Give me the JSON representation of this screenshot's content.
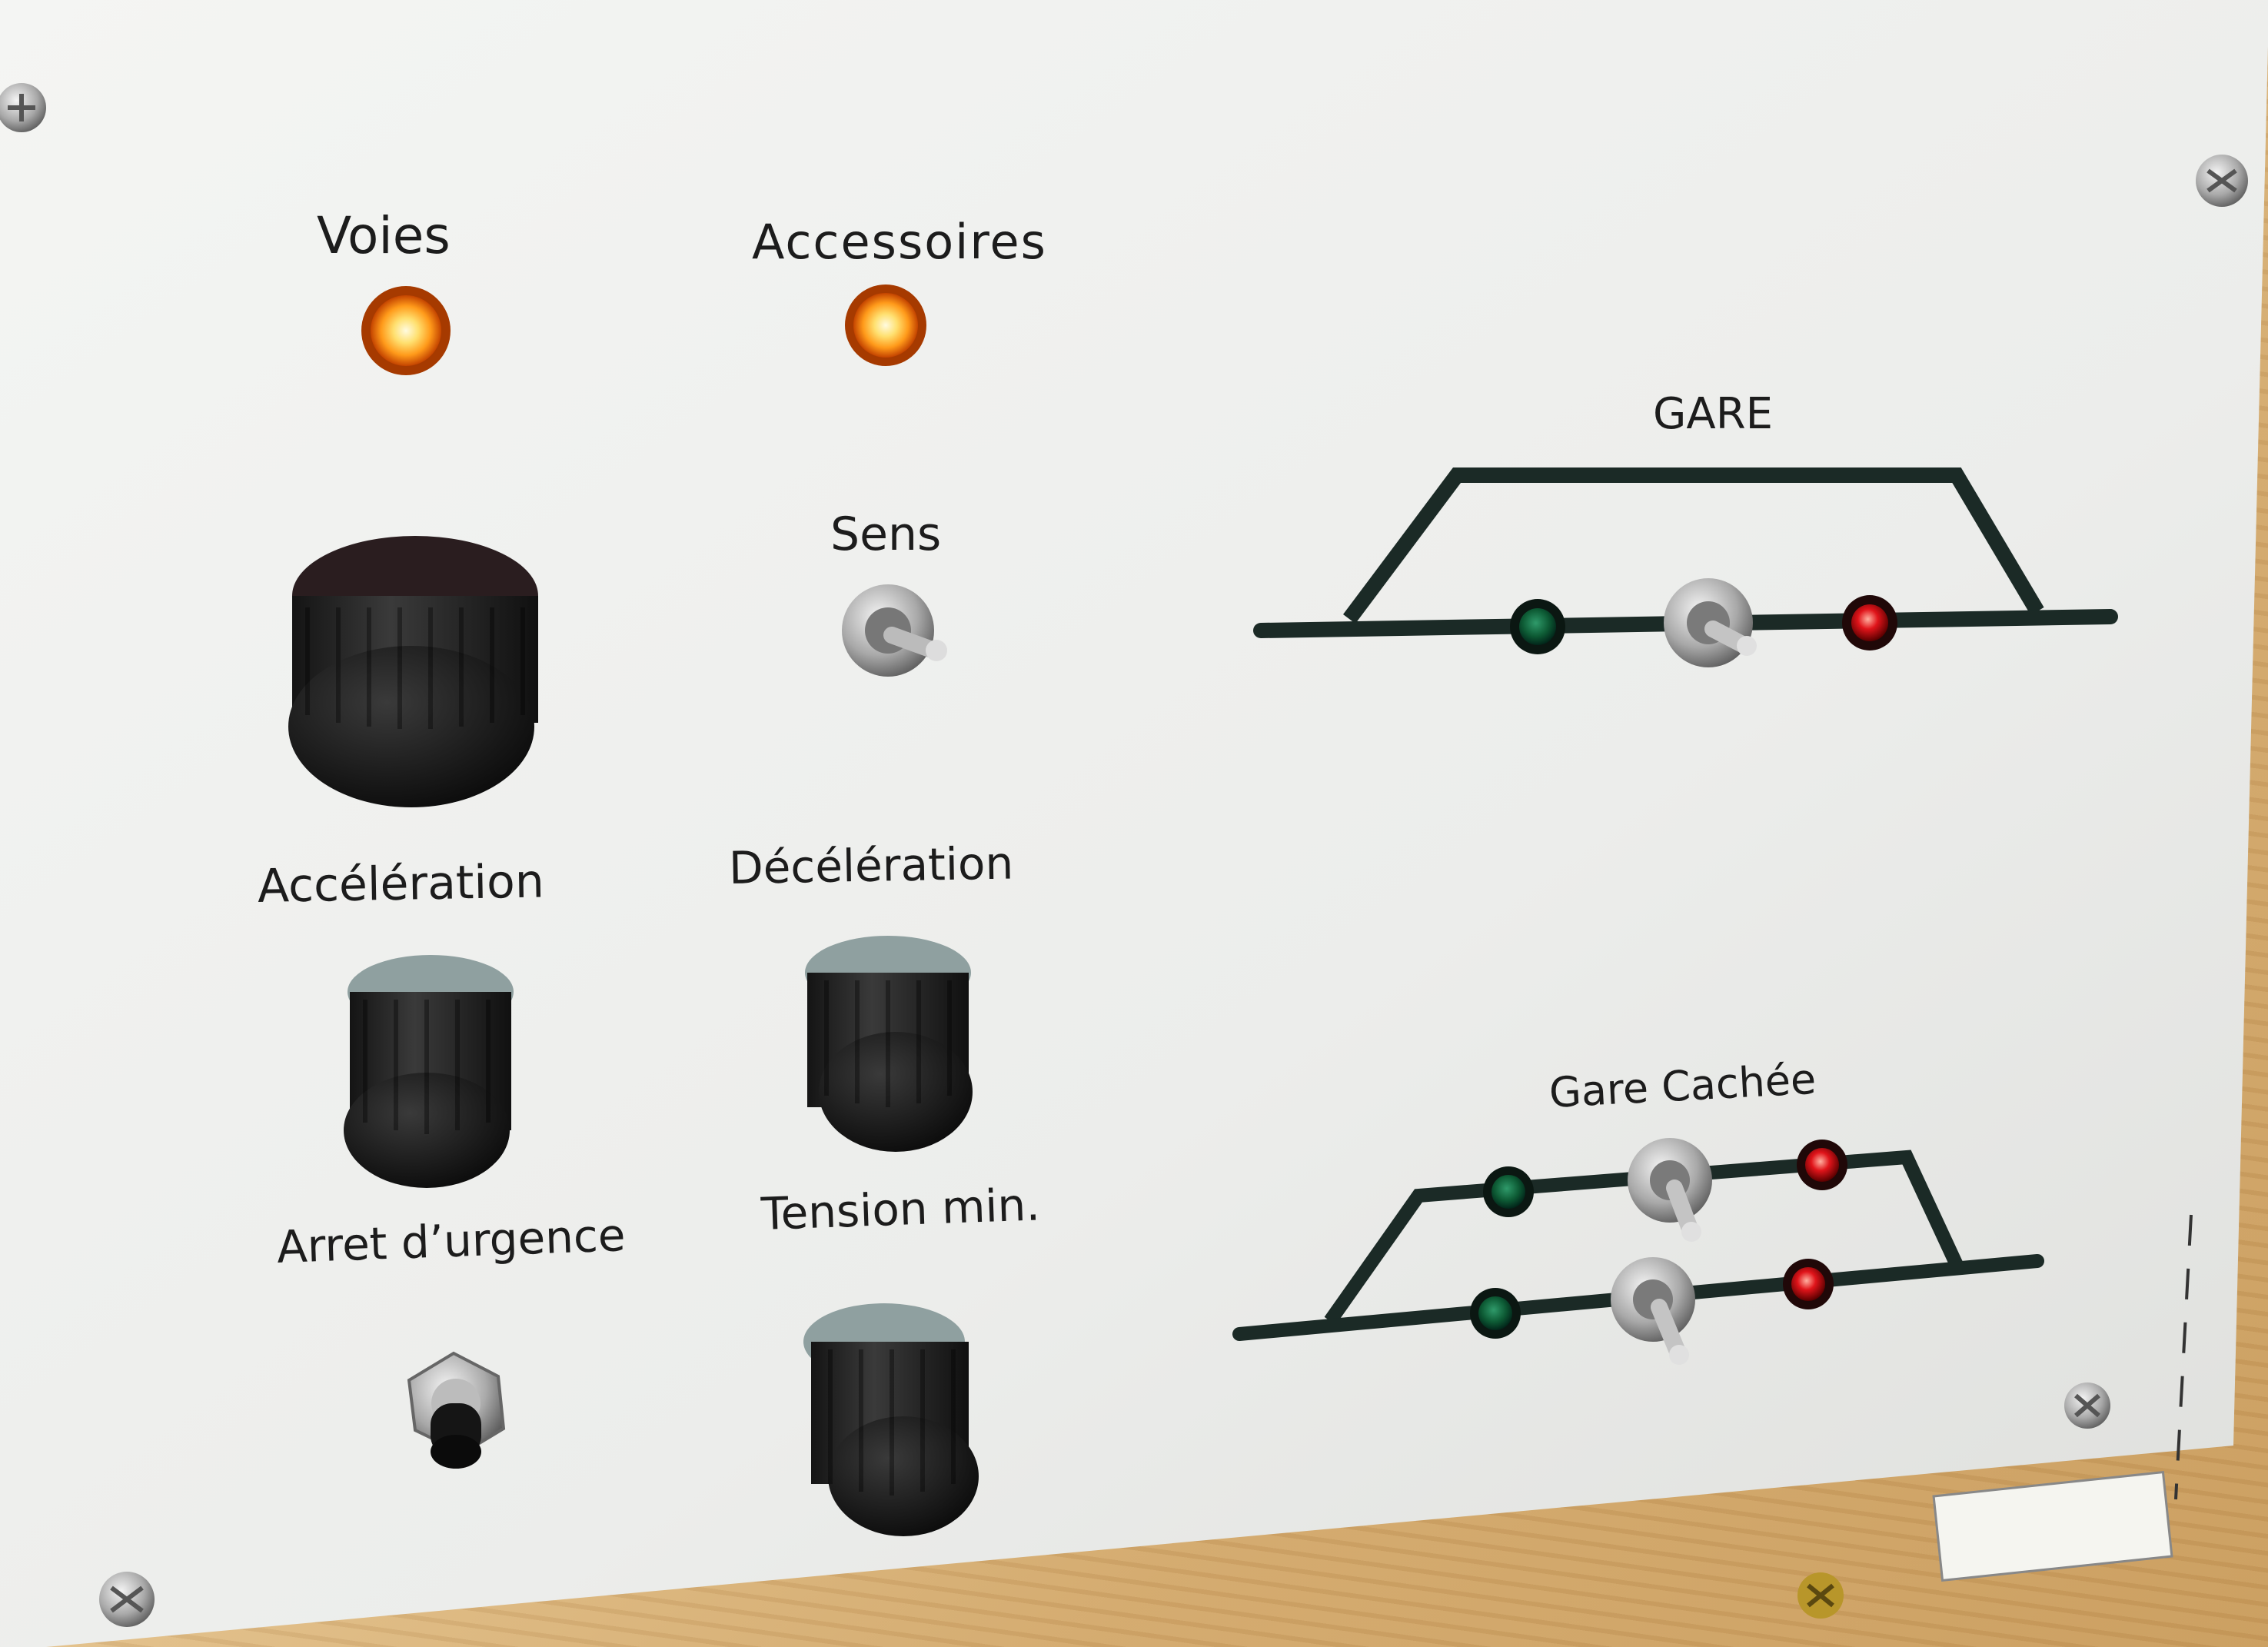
{
  "labels": {
    "voies": "Voies",
    "accessoires": "Accessoires",
    "sens": "Sens",
    "gare": "GARE",
    "acceleration": "Accélération",
    "deceleration": "Décélération",
    "arret_urgence": "Arret d’urgence",
    "tension_min": "Tension min.",
    "gare_cachee": "Gare Cachée"
  },
  "colors": {
    "panel": "#ecedeb",
    "track": "#1b2a26",
    "lamp_orange": "#ff9a1a",
    "led_green": "#0d6b3c",
    "led_red": "#e0141a",
    "knob": "#1a1a1a"
  },
  "icons": {
    "lamp": "orange-indicator-lamp-icon",
    "knob": "rotary-knob-icon",
    "toggle": "toggle-switch-icon",
    "led_green": "green-led-icon",
    "led_red": "red-led-icon",
    "push_button": "push-button-icon",
    "screw": "screw-icon"
  }
}
